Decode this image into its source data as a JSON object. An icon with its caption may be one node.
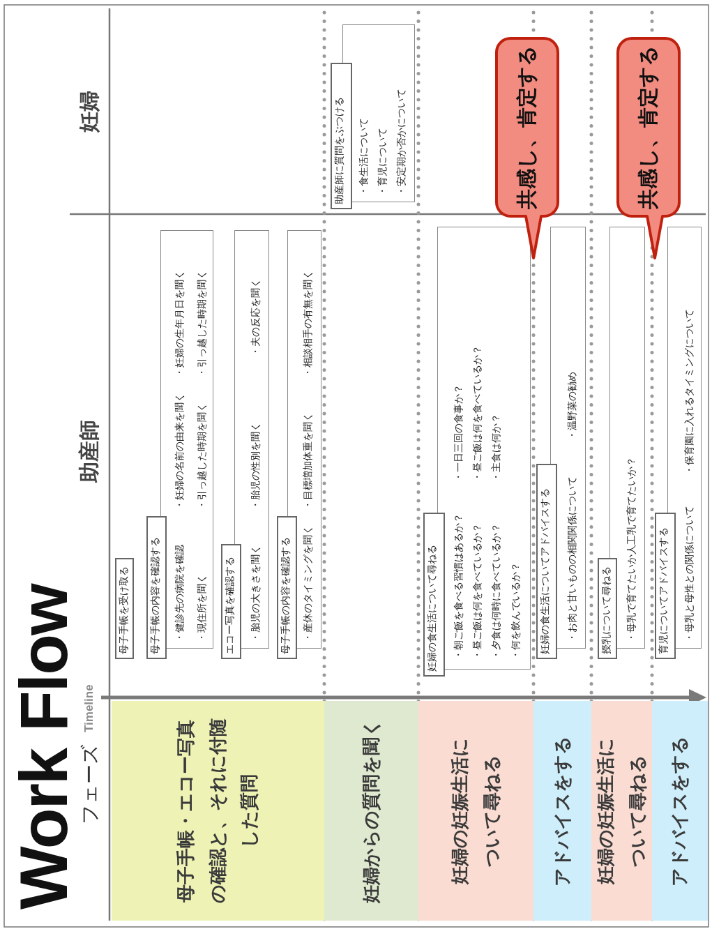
{
  "diagram": {
    "title": "Work Flow",
    "nodes": [
      {
        "text": [
          "母子手帳・エコー写真の確認と、それに付随した質問"
        ]
      },
      {
        "text": [
          "妊婦からの質問を聞く"
        ]
      },
      {
        "text": [
          "妊婦の妊娠生活について尋ねる"
        ]
      },
      {
        "text": [
          "アドバイスをする"
        ]
      },
      {
        "text": [
          "妊婦の妊娠生活について尋ねる"
        ]
      },
      {
        "text": [
          "アドバイスをする"
        ]
      },
      {
        "text": [
          "母子手帳を受け取る"
        ]
      },
      {
        "text": [
          "母子手帳の内容を確認する",
          "・健診先の病院を確認",
          "・妊婦の名前の由来を聞く",
          "・妊婦の生年月日を聞く",
          "・現住所を聞く",
          "・引っ越した時期を聞く",
          "・引っ越した時期を聞く"
        ]
      },
      {
        "text": [
          "エコー写真を確認する",
          "・胎児の大きさを聞く",
          "・胎児の性別を聞く",
          "・夫の反応を聞く"
        ]
      },
      {
        "text": [
          "母子手帳の内容を確認する",
          "・産休のタイミングを聞く",
          "・目標増加体重を聞く",
          "・相談相手の有無を聞く"
        ]
      },
      {
        "text": [
          "妊婦の食生活について尋ねる",
          "・朝ご飯を食べる習慣はあるか？",
          "・一日三回の食事か？",
          "・昼ご飯は何を食べているか？",
          "・昼ご飯は何を食べているか？",
          "・夕食は何時に食べているか？",
          "・主食は何か？",
          "・何を飲んでいるか？"
        ]
      },
      {
        "text": [
          "妊婦の食生活についてアドバイスする",
          "・お肉と甘いものの相関関係について",
          "・温野菜の勧め"
        ]
      },
      {
        "text": [
          "授乳について尋ねる",
          "・母乳で育てたいか人工乳で育てたいか？"
        ]
      },
      {
        "text": [
          "育児についてアドバイスする",
          "・母乳と母性との関係について",
          "・保育園に入れるタイミングについて"
        ]
      },
      {
        "text": [
          "助産師に質問をぶつける",
          "・食生活について",
          "・育児について",
          "・安定期か否かについて"
        ]
      },
      {
        "text": [
          "共感し、肯定する"
        ]
      },
      {
        "text": [
          "共感し、肯定する"
        ]
      }
    ],
    "labels": [
      "フェーズ",
      "Timeline",
      "助産師",
      "妊婦"
    ]
  }
}
